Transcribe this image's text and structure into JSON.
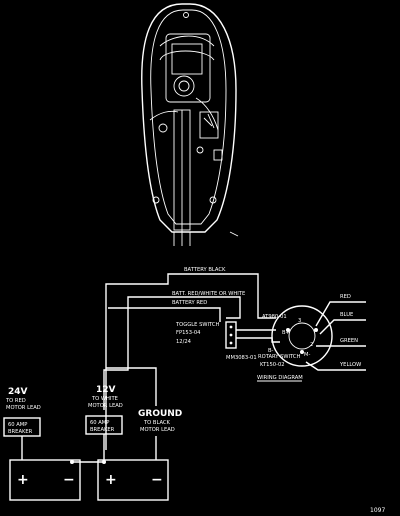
{
  "wiring": {
    "battery_black": "BATTERY BLACK",
    "batt_red_white": "BATT. RED/WHITE OR WHITE",
    "battery_red": "BATTERY RED",
    "toggle_switch_title": "TOGGLE SWITCH",
    "toggle_switch_part": "FP153-04",
    "toggle_switch_voltage": "12/24",
    "switch_part": "MM3083-01",
    "rotary_top_label": "AT980-01",
    "rotary_switch_title": "ROTARY SWITCH",
    "rotary_switch_part": "KT150-02",
    "diagram_caption": "WIRING DIAGRAM",
    "wire_red": "RED",
    "wire_blue": "BLUE",
    "wire_green": "GREEN",
    "wire_yellow": "YELLOW",
    "term_b_plus": "B+",
    "term_m_minus": "M-",
    "term_r_minus": "B-",
    "term_3": "3",
    "term_2": "2"
  },
  "battery_section": {
    "v24": {
      "title": "24V",
      "sub1": "TO RED",
      "sub2": "MOTOR LEAD",
      "breaker1": "60 AMP",
      "breaker2": "BREAKER"
    },
    "v12": {
      "title": "12V",
      "sub1": "TO WHITE",
      "sub2": "MOTOR LEAD",
      "breaker1": "60 AMP",
      "breaker2": "BREAKER"
    },
    "ground": {
      "title": "GROUND",
      "sub1": "TO BLACK",
      "sub2": "MOTOR LEAD"
    },
    "plus": "+",
    "minus": "−"
  },
  "page_number": "1097"
}
